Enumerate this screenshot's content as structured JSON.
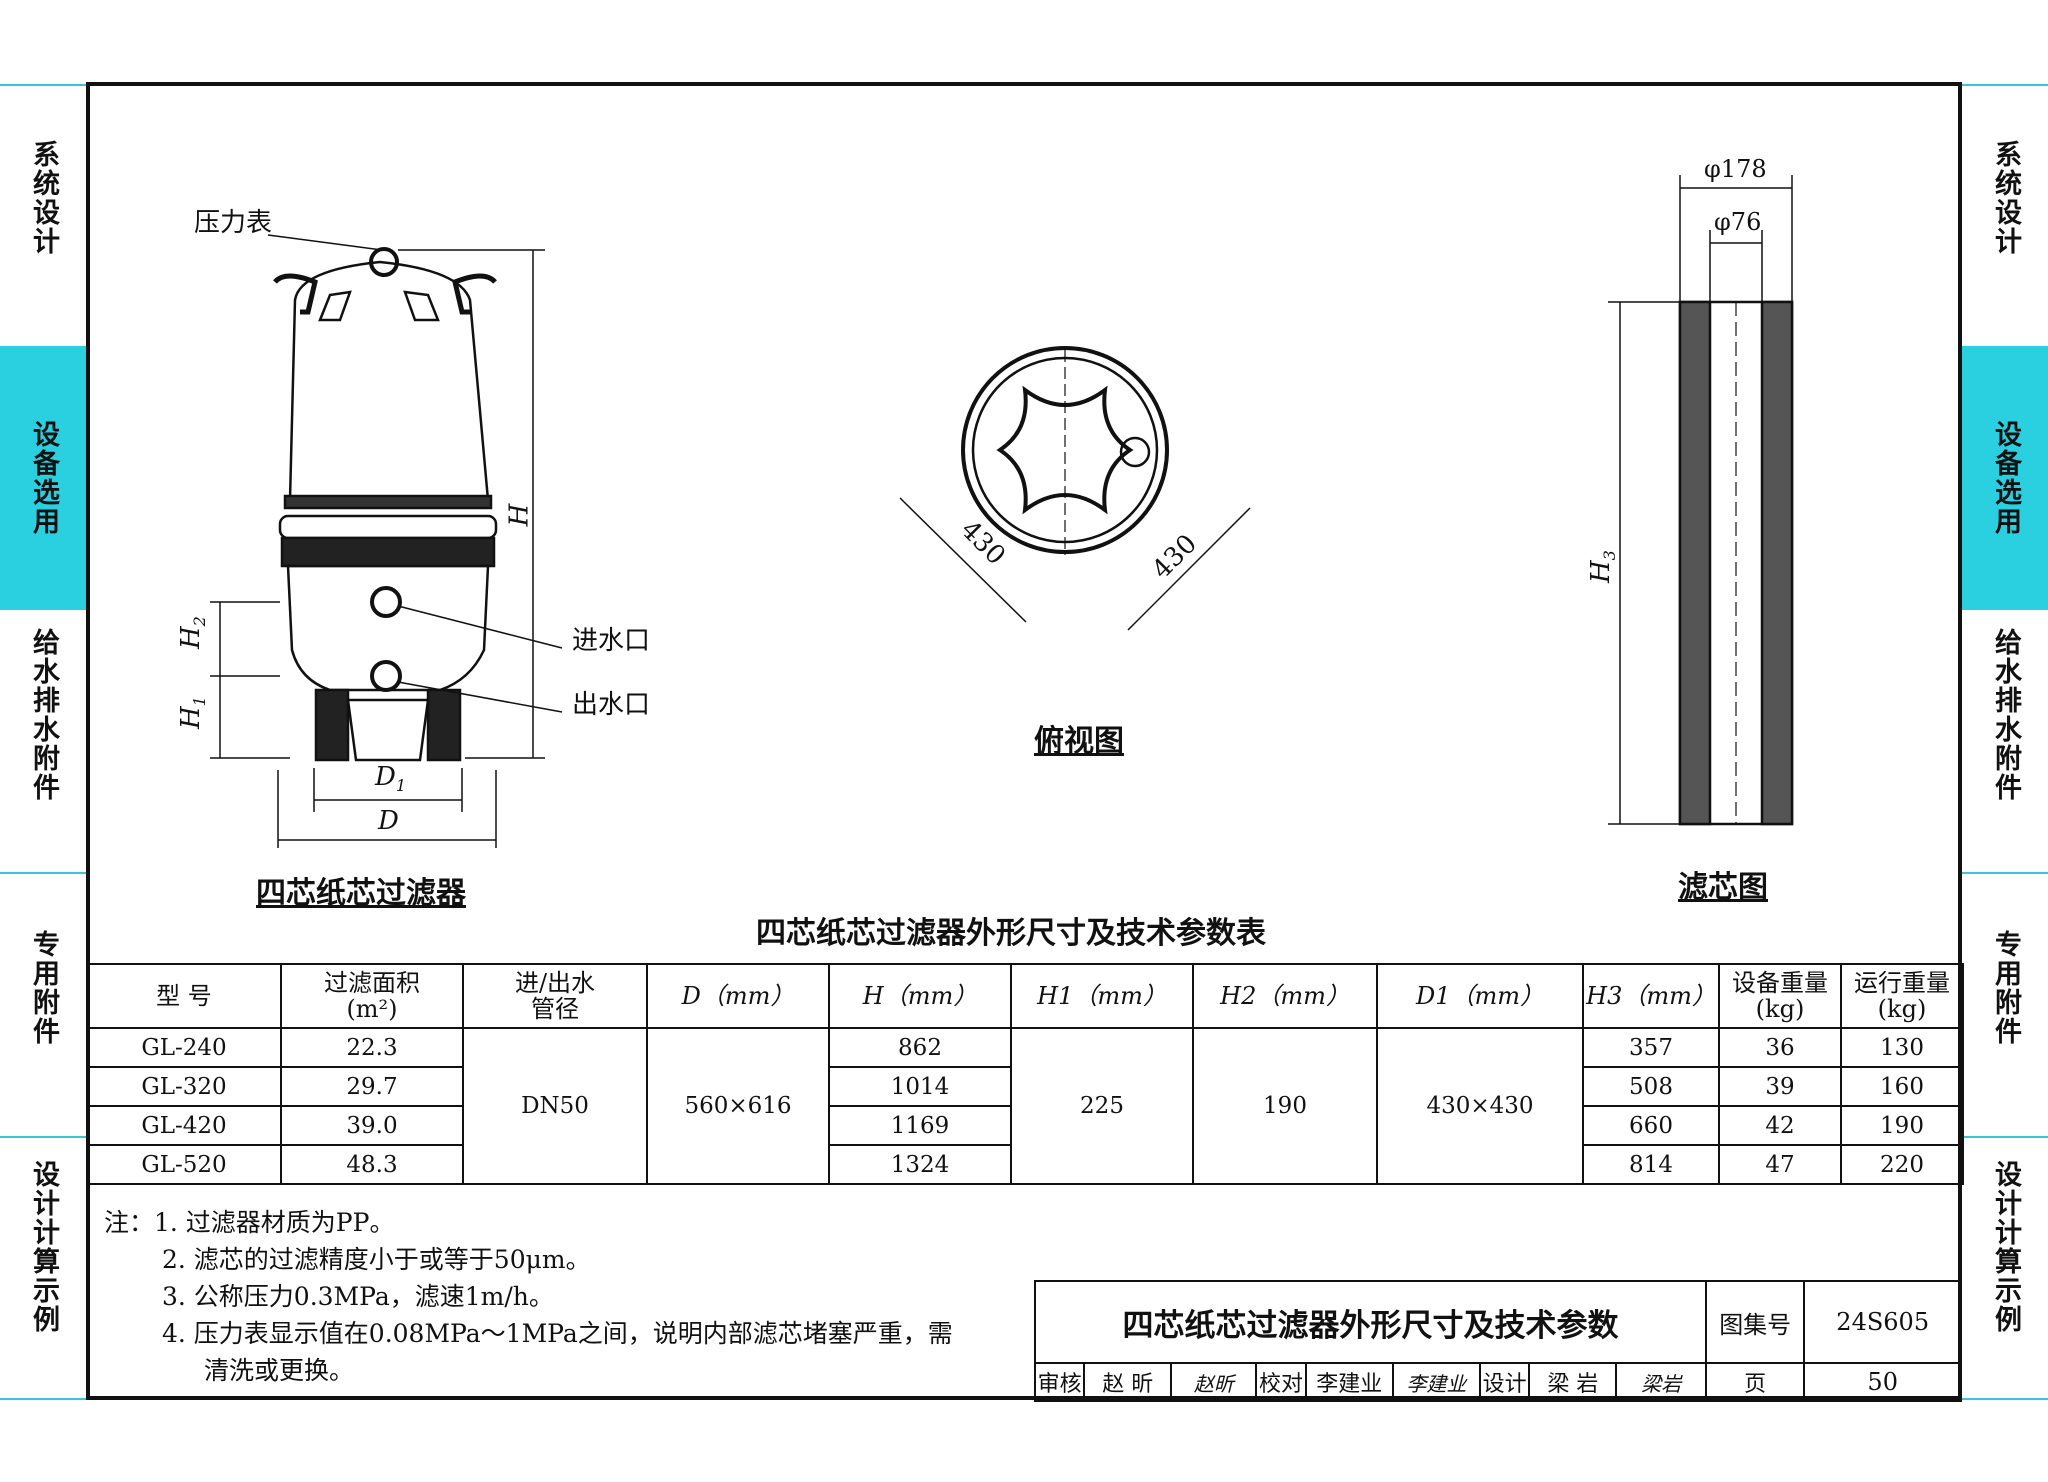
{
  "side_tabs": [
    {
      "label": "系统设计",
      "active": false
    },
    {
      "label": "设备选用",
      "active": true
    },
    {
      "label": "给水排水附件",
      "active": false
    },
    {
      "label": "专用附件",
      "active": false
    },
    {
      "label": "设计计算示例",
      "active": false
    }
  ],
  "drawing": {
    "gauge_label": "压力表",
    "inlet_label": "进水口",
    "outlet_label": "出水口",
    "dim_H": "H",
    "dim_H1": "H",
    "dim_H1_sub": "1",
    "dim_H2": "H",
    "dim_H2_sub": "2",
    "dim_D1": "D",
    "dim_D1_sub": "1",
    "dim_D": "D",
    "filter_title": "四芯纸芯过滤器",
    "top_view_title": "俯视图",
    "top_dim_a": "430",
    "top_dim_b": "430",
    "cartridge_title": "滤芯图",
    "phi_outer": "φ178",
    "phi_inner": "φ76",
    "dim_H3": "H",
    "dim_H3_sub": "3"
  },
  "table": {
    "title": "四芯纸芯过滤器外形尺寸及技术参数表",
    "headers": {
      "model": "型  号",
      "area": "过滤面积",
      "area_unit": "(m²)",
      "pipe": "进/出水",
      "pipe2": "管径",
      "D": "D（mm）",
      "H": "H（mm）",
      "H1": "H1（mm）",
      "H2": "H2（mm）",
      "D1": "D1（mm）",
      "H3": "H3（mm）",
      "weight": "设备重量",
      "weight_unit": "(kg)",
      "run_weight": "运行重量",
      "run_weight_unit": "(kg)"
    },
    "rows": [
      {
        "model": "GL-240",
        "area": "22.3",
        "H": "862",
        "H3": "357",
        "weight": "36",
        "run": "130"
      },
      {
        "model": "GL-320",
        "area": "29.7",
        "H": "1014",
        "H3": "508",
        "weight": "39",
        "run": "160"
      },
      {
        "model": "GL-420",
        "area": "39.0",
        "H": "1169",
        "H3": "660",
        "weight": "42",
        "run": "190"
      },
      {
        "model": "GL-520",
        "area": "48.3",
        "H": "1324",
        "H3": "814",
        "weight": "47",
        "run": "220"
      }
    ],
    "merged": {
      "pipe": "DN50",
      "D": "560×616",
      "H1": "225",
      "H2": "190",
      "D1": "430×430"
    }
  },
  "notes": [
    "注：1. 过滤器材质为PP。",
    "2. 滤芯的过滤精度小于或等于50μm。",
    "3. 公称压力0.3MPa，滤速1m/h。",
    "4. 压力表显示值在0.08MPa～1MPa之间，说明内部滤芯堵塞严重，需",
    "清洗或更换。"
  ],
  "title_block": {
    "title": "四芯纸芯过滤器外形尺寸及技术参数",
    "atlas_label": "图集号",
    "atlas_no": "24S605",
    "review": "审核",
    "reviewer": "赵  昕",
    "reviewer_sig": "赵昕",
    "check": "校对",
    "checker": "李建业",
    "checker_sig": "李建业",
    "design": "设计",
    "designer": "梁  岩",
    "designer_sig": "梁岩",
    "page_label": "页",
    "page_no": "50"
  }
}
